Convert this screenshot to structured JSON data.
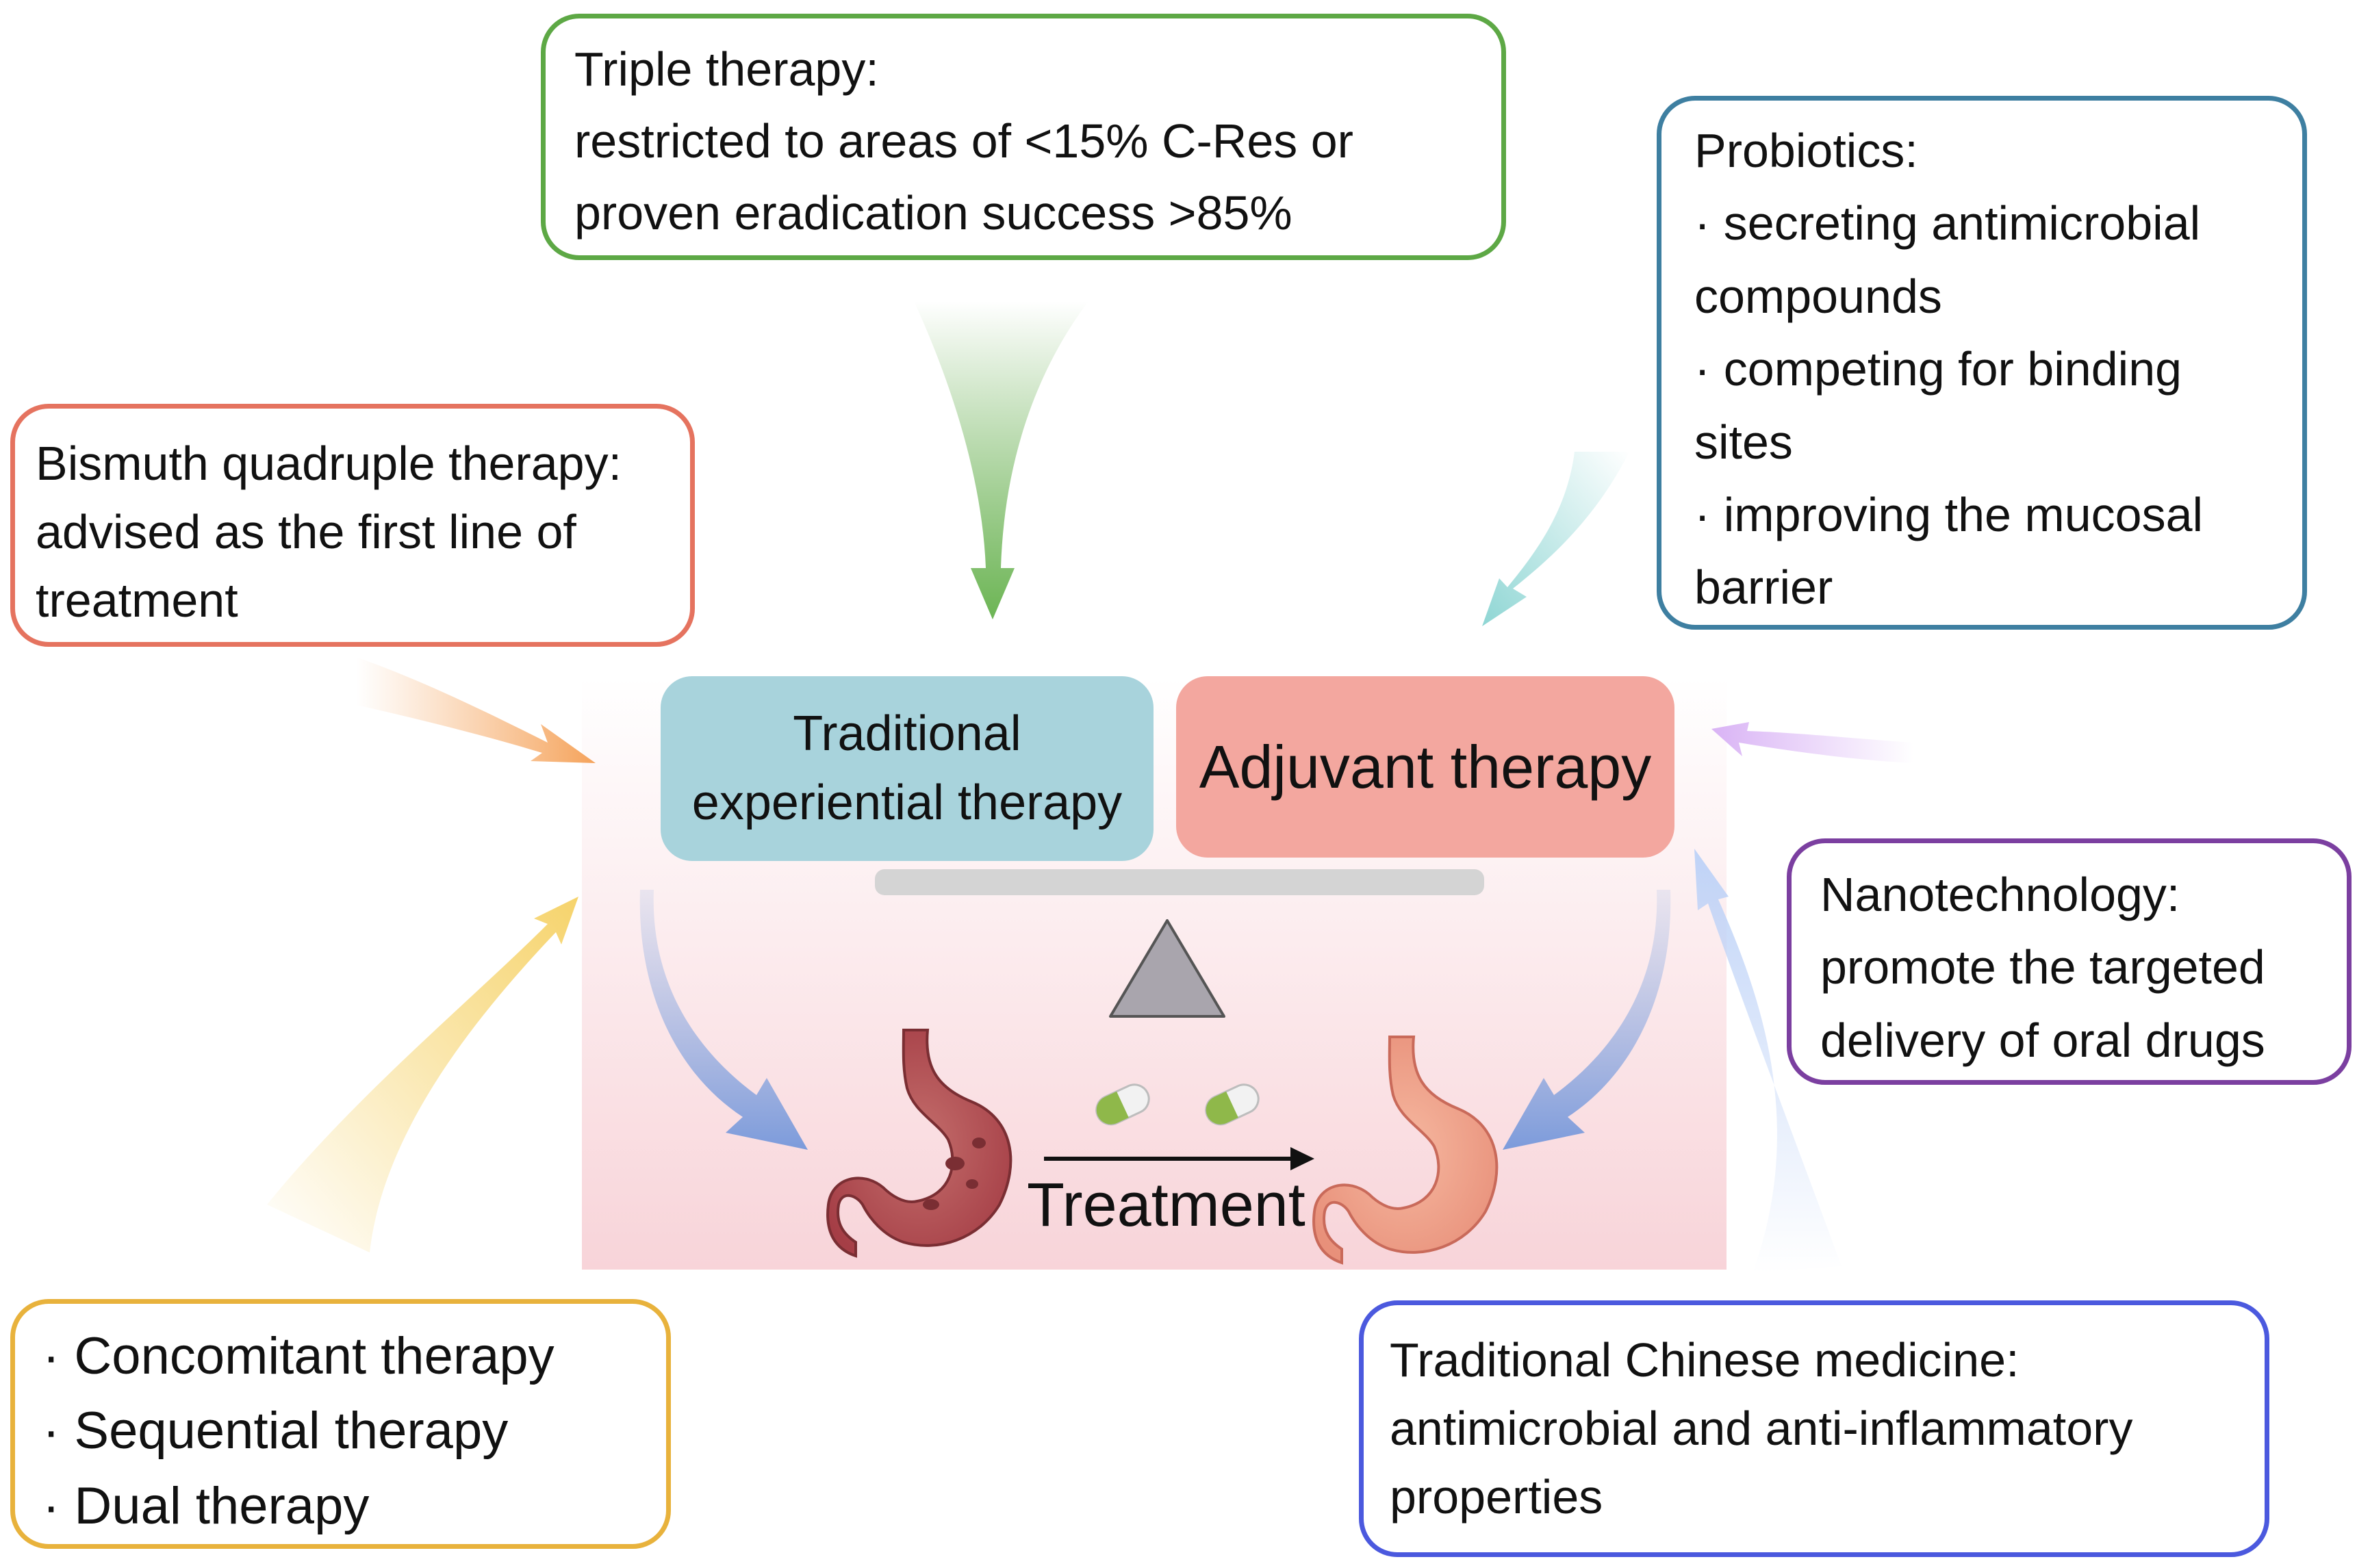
{
  "triple_box": {
    "lines": [
      "Triple therapy:",
      "restricted to areas of <15% C-Res or",
      "proven eradication success >85%"
    ],
    "color": "#5DA845"
  },
  "bismuth_box": {
    "lines": [
      "Bismuth quadruple therapy:",
      "advised as the first line of",
      "treatment"
    ],
    "color": "#E5735F"
  },
  "probiotics_box": {
    "lines": [
      "Probiotics:",
      "· secreting antimicrobial",
      "compounds",
      "· competing for binding",
      "sites",
      "· improving the mucosal",
      "barrier"
    ],
    "color": "#3E7FA1"
  },
  "nanotech_box": {
    "lines": [
      "Nanotechnology:",
      "promote the targeted",
      "delivery of oral drugs"
    ],
    "color": "#7B3FA0"
  },
  "other_regimens_box": {
    "lines": [
      "· Concomitant therapy",
      "· Sequential therapy",
      "· Dual therapy"
    ],
    "color": "#E8B23C"
  },
  "tcm_box": {
    "lines": [
      "Traditional Chinese medicine:",
      "antimicrobial and anti-inflammatory",
      "properties"
    ],
    "color": "#4B59DE"
  },
  "center": {
    "traditional_label": [
      "Traditional",
      "experiential therapy"
    ],
    "traditional_color": "#A8D3DC",
    "adjuvant_label": "Adjuvant therapy",
    "adjuvant_color": "#F3A79F",
    "treatment_label": "Treatment",
    "panel_color": "#F9D6DB",
    "beam_color": "#D4D4D4",
    "fulcrum_color": "#A9A5AD"
  },
  "icons": [
    "stomach-inflamed-icon",
    "stomach-healthy-icon",
    "capsule-icon",
    "capsule-icon"
  ]
}
